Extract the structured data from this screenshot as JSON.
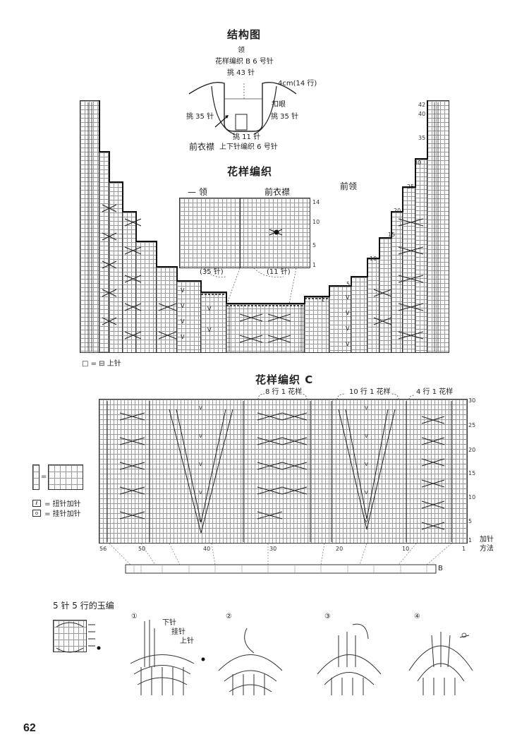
{
  "structure": {
    "title": "结构图",
    "neck_label": "领",
    "pattern_b": "花样编织 B  6 号针",
    "pick_43": "挑 43 针",
    "depth": "4cm(14 行)",
    "pick_35_left": "挑 35 针",
    "buttonhole": "扣眼",
    "pick_35_right": "挑 35 针",
    "pick_11": "挑 11 针",
    "placket": "前衣襟",
    "placket_stitch": "上下针编织  6 号针"
  },
  "pattern_upper": {
    "title": "花样编织",
    "neck_label": "— 领",
    "placket_label": "前衣襟",
    "front_neck": "前领",
    "inset_rows": [
      "14",
      "10",
      "5",
      "1"
    ],
    "inset_left_count": "(35 针)",
    "inset_right_count": "(11 针)",
    "row_numbers_right": [
      "42",
      "40",
      "35",
      "30",
      "25",
      "20",
      "15",
      "10",
      "5",
      "1"
    ],
    "legend": "□ = ⊟ 上针"
  },
  "pattern_c": {
    "title": "花样编织 C",
    "repeat_1": "8 行 1 花样",
    "repeat_2": "10 行 1 花样",
    "repeat_3": "4 行 1 花样",
    "row_numbers": [
      "30",
      "25",
      "20",
      "15",
      "10",
      "5",
      "1"
    ],
    "stitch_numbers": [
      "56",
      "50",
      "40",
      "30",
      "20",
      "10",
      "1"
    ],
    "increase_method": "加针\n方法",
    "b_label": "B",
    "legend_twist": "= 扭针加针",
    "legend_yarn": "= 挂针加针",
    "legend_eq": "="
  },
  "bobble": {
    "title": "5 针 5 行的玉编",
    "steps": [
      "①",
      "②",
      "③",
      "④"
    ],
    "knit": "下针",
    "yo": "挂针",
    "purl": "上针"
  },
  "page_number": "62"
}
